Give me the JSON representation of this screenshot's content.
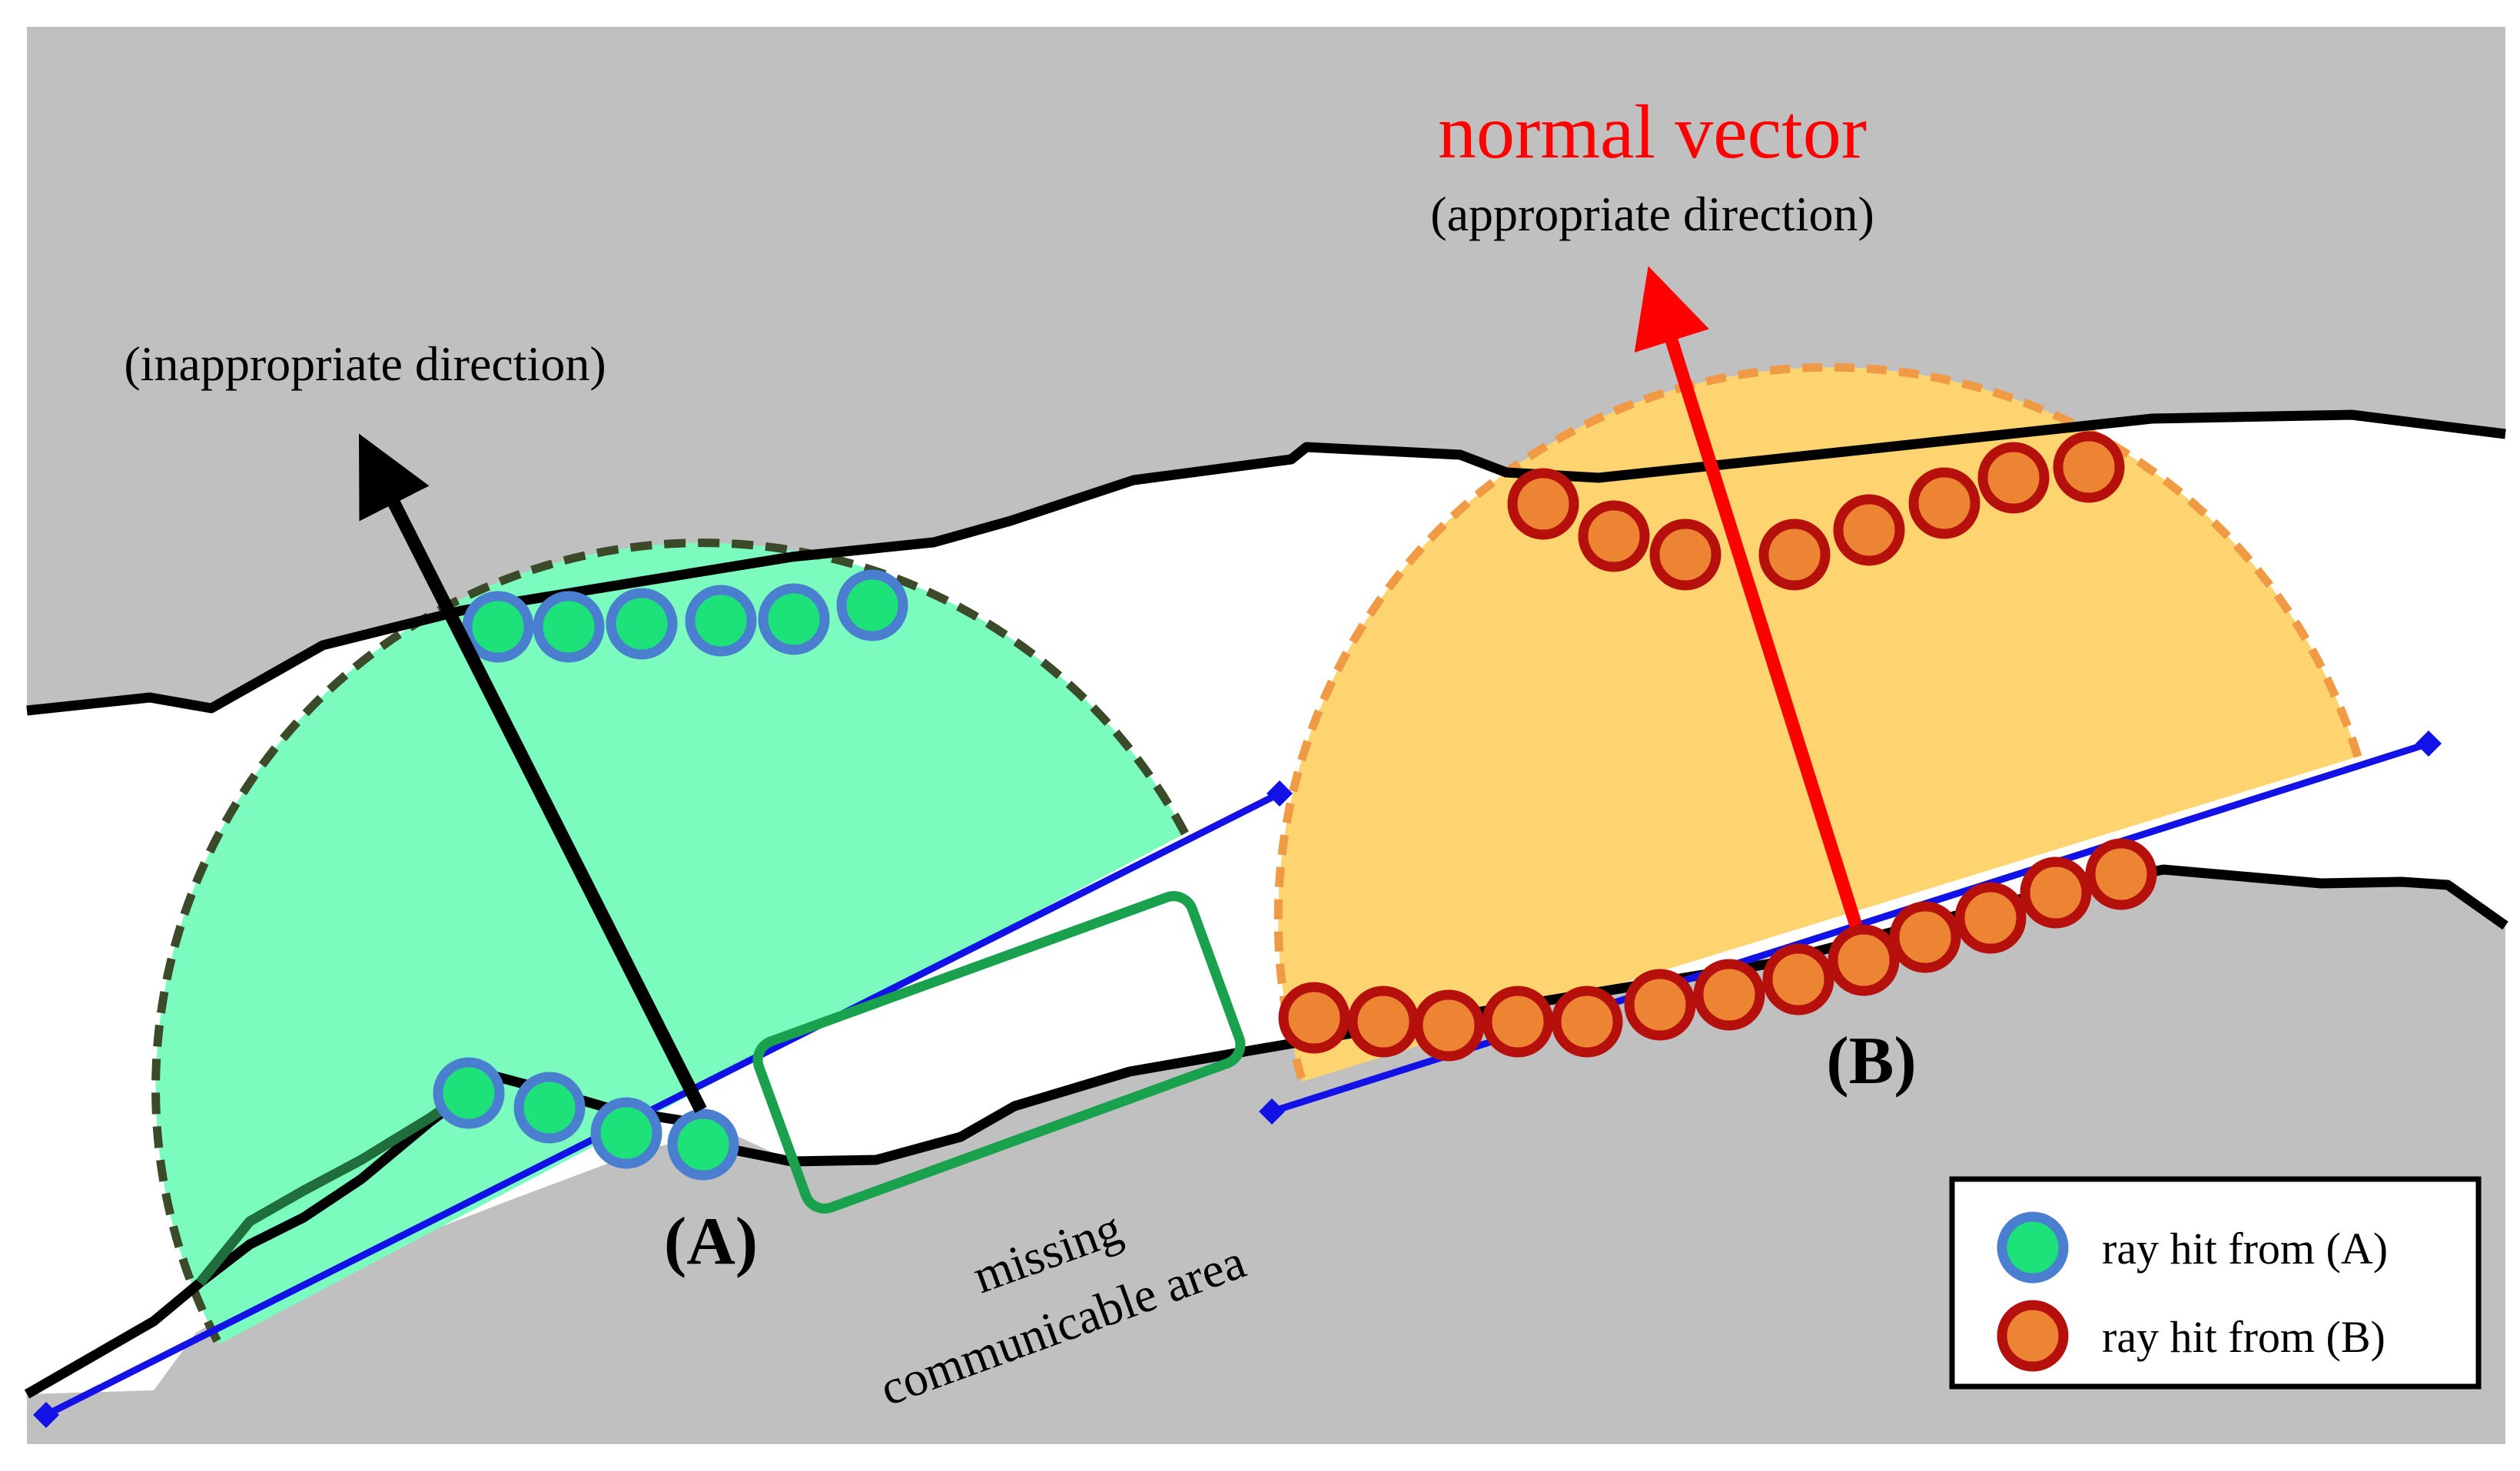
{
  "labels": {
    "normal_vector": "normal vector",
    "appropriate": "(appropriate direction)",
    "inappropriate": "(inappropriate direction)",
    "point_a": "(A)",
    "point_b": "(B)",
    "missing_line1": "missing",
    "missing_line2": "communicable area"
  },
  "legend": {
    "items": [
      {
        "label": "ray hit from (A)",
        "fill": "#1de27a",
        "stroke": "#4a7fd0"
      },
      {
        "label": "ray hit from (B)",
        "fill": "#ec8434",
        "stroke": "#b5100b"
      }
    ]
  },
  "colors": {
    "background_gray": "#c0c0c0",
    "free_space": "#ffffff",
    "hemisphere_a": "#7bfbbd",
    "hemisphere_a_border": "#3b4a28",
    "hemisphere_b": "#fdd46f",
    "hemisphere_b_border": "#f09a45",
    "plane_line": "#1212e6",
    "inappropriate_vector": "#000000",
    "normal_vector": "#ff0000",
    "missing_box": "#1aa14e"
  }
}
